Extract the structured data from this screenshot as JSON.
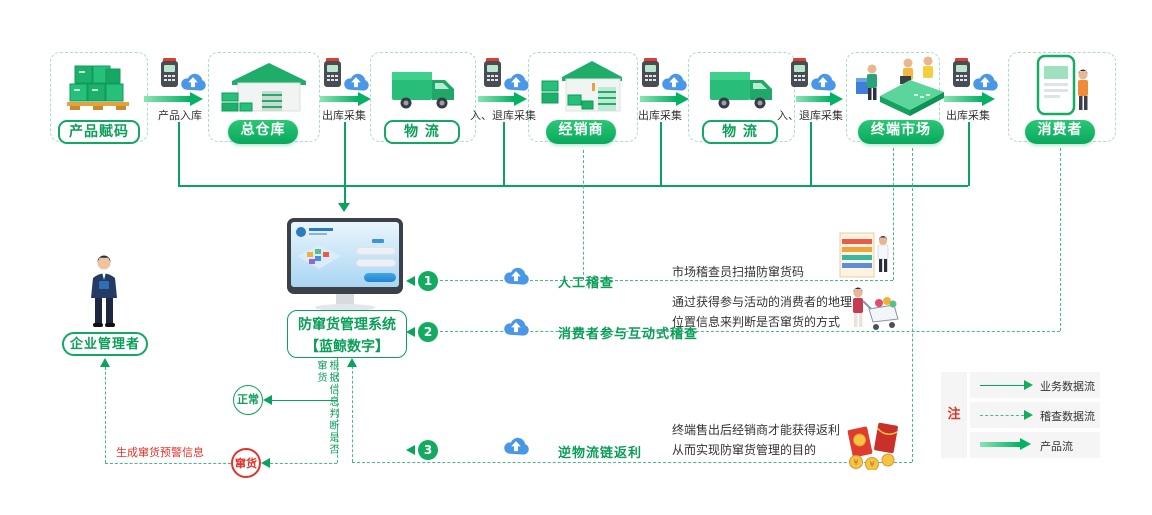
{
  "colors": {
    "green": "#0ca05a",
    "red": "#e5332a",
    "blue": "#4a97e8"
  },
  "flow": {
    "stages": [
      {
        "label": "产品赋码"
      },
      {
        "label": "总仓库"
      },
      {
        "label": "物 流"
      },
      {
        "label": "经销商"
      },
      {
        "label": "物 流"
      },
      {
        "label": "终端市场"
      },
      {
        "label": "消费者"
      }
    ],
    "links": [
      {
        "label": "产品入库"
      },
      {
        "label": "出库采集"
      },
      {
        "label": "入、退库采集"
      },
      {
        "label": "出库采集"
      },
      {
        "label": "入、退库采集"
      },
      {
        "label": "出库采集"
      }
    ]
  },
  "system": {
    "title_line1": "防窜货管理系统",
    "title_line2": "【蓝鲸数字】"
  },
  "manager": {
    "label": "企业管理者"
  },
  "decision": {
    "vertical_label": "根据信息判断是否窜货",
    "normal": "正常",
    "diverted": "窜货",
    "warning": "生成窜货预警信息"
  },
  "inspections": [
    {
      "num": "1",
      "title": "人工稽查",
      "desc1": "市场稽查员扫描防窜货码"
    },
    {
      "num": "2",
      "title": "消费者参与互动式稽查",
      "desc1": "通过获得参与活动的消费者的地理",
      "desc2": "位置信息来判断是否窜货的方式"
    },
    {
      "num": "3",
      "title": "逆物流链返利",
      "desc1": "终端售出后经销商才能获得返利",
      "desc2": "从而实现防窜货管理的目的"
    }
  ],
  "legend": {
    "note": "注",
    "items": [
      {
        "label": "业务数据流"
      },
      {
        "label": "稽查数据流"
      },
      {
        "label": "产品流"
      }
    ]
  }
}
